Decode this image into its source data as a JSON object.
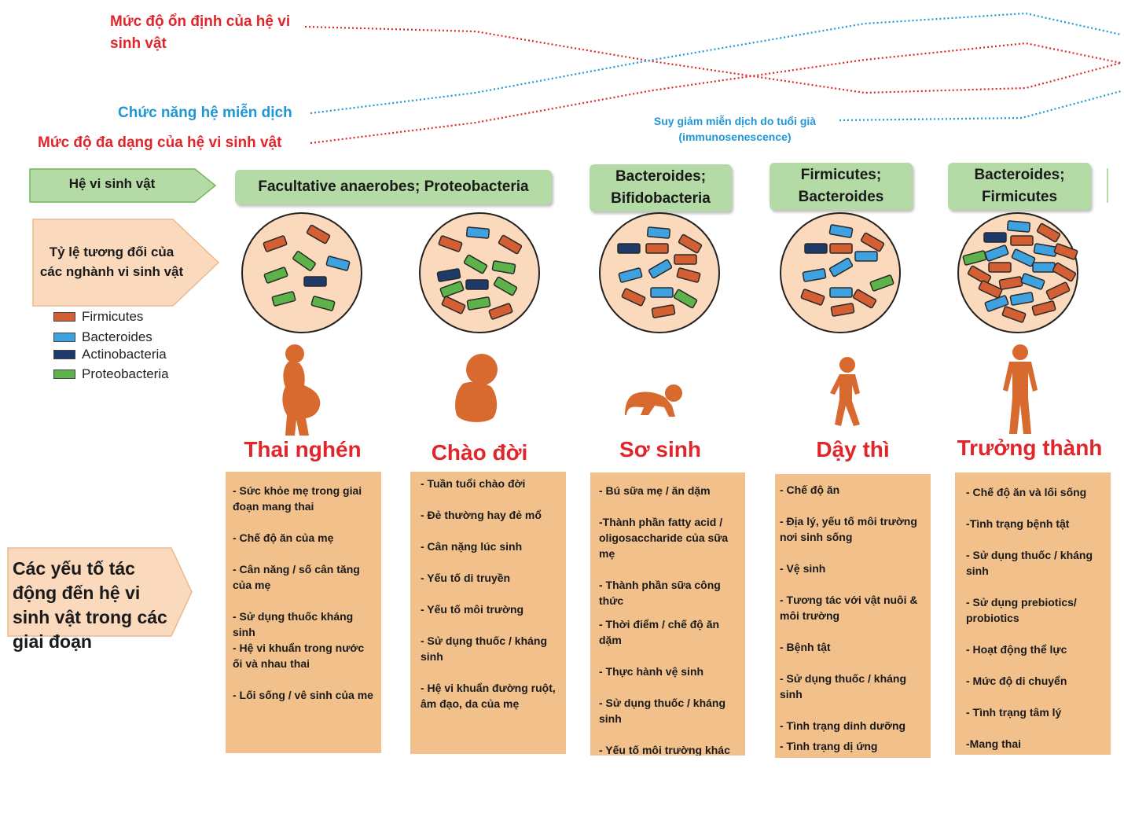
{
  "trends": {
    "stability": "Mức độ ổn định của hệ vi sinh vật",
    "immune": "Chức năng hệ miễn dịch",
    "diversity": "Mức độ đa dạng của hệ vi sinh vật",
    "immunosenescence_line1": "Suy giảm miễn dịch do tuổi già",
    "immunosenescence_line2": "(immunosenescence)"
  },
  "row_labels": {
    "microbiota": "Hệ vi sinh vật",
    "ratio_line1": "Tỷ lệ tương đối của",
    "ratio_line2": "các nghành vi sinh vật",
    "factors": "Các yếu tố tác động đến hệ vi sinh vật trong các giai đoạn"
  },
  "legend": [
    {
      "name": "Firmicutes",
      "color": "#d35f33"
    },
    {
      "name": "Bacteroides",
      "color": "#3fa2e0"
    },
    {
      "name": "Actinobacteria",
      "color": "#1d3a6b"
    },
    {
      "name": "Proteobacteria",
      "color": "#5db34a"
    }
  ],
  "colors": {
    "red": "#e0262b",
    "blue": "#1f97d6",
    "green_box": "#b4dba5",
    "peach": "#fbd9bd",
    "factor_box": "#f2c18b",
    "silhouette": "#d8692f"
  },
  "microbiota_boxes": {
    "box1": "Facultative anaerobes; Proteobacteria",
    "box2_line1": "Bacteroides;",
    "box2_line2": "Bifidobacteria",
    "box3_line1": "Firmicutes;",
    "box3_line2": "Bacteroides",
    "box4_line1": "Bacteroides;",
    "box4_line2": "Firmicutes"
  },
  "stages": [
    {
      "title": "Thai nghén",
      "icon": "pregnant-woman-icon",
      "factors": [
        "- Sức khỏe mẹ trong giai đoạn mang thai",
        "- Chế độ ăn của mẹ",
        "- Cân năng / số cân tăng của mẹ",
        "- Sử dụng thuốc kháng sinh",
        "- Hệ vi khuẩn trong nước ối và nhau thai",
        "- Lối sống / vê sinh của me"
      ]
    },
    {
      "title": "Chào đời",
      "icon": "newborn-icon",
      "factors": [
        "- Tuần tuổi chào đời",
        "- Đẻ thường hay đẻ mổ",
        "- Cân nặng lúc sinh",
        "- Yếu tố di truyền",
        "- Yếu tố môi trường",
        "- Sử dụng thuốc / kháng sinh",
        "- Hệ vi khuẩn đường ruột, âm đạo, da của mẹ"
      ]
    },
    {
      "title": "Sơ sinh",
      "icon": "crawling-baby-icon",
      "factors": [
        "- Bú sữa mẹ / ăn dặm",
        "-Thành phần fatty acid / oligosaccharide của sữa mẹ",
        "- Thành phần sữa công thức",
        "- Thời điểm / chế độ ăn dặm",
        "- Thực hành vệ sinh",
        "- Sử dụng thuốc / kháng sinh",
        "- Yếu tố môi trường khác"
      ]
    },
    {
      "title": "Dậy thì",
      "icon": "child-walking-icon",
      "factors": [
        "- Chế độ ăn",
        "- Địa lý, yếu tố môi trường nơi sinh sống",
        "- Vệ sinh",
        "- Tương tác với vật nuôi & môi trường",
        "- Bệnh tật",
        "- Sử dụng thuốc / kháng sinh",
        "- Tình trạng dinh dưỡng",
        "- Tình trạng dị ứng"
      ]
    },
    {
      "title": "Trưởng thành",
      "icon": "adult-icon",
      "factors": [
        "- Chế độ ăn và lối sống",
        "-Tình trạng bệnh tật",
        "- Sử dụng thuốc / kháng sinh",
        "- Sử dụng prebiotics/ probiotics",
        "- Hoạt động thể lực",
        "- Mức độ di chuyển",
        "- Tình trạng tâm lý",
        "-Mang thai"
      ]
    }
  ]
}
